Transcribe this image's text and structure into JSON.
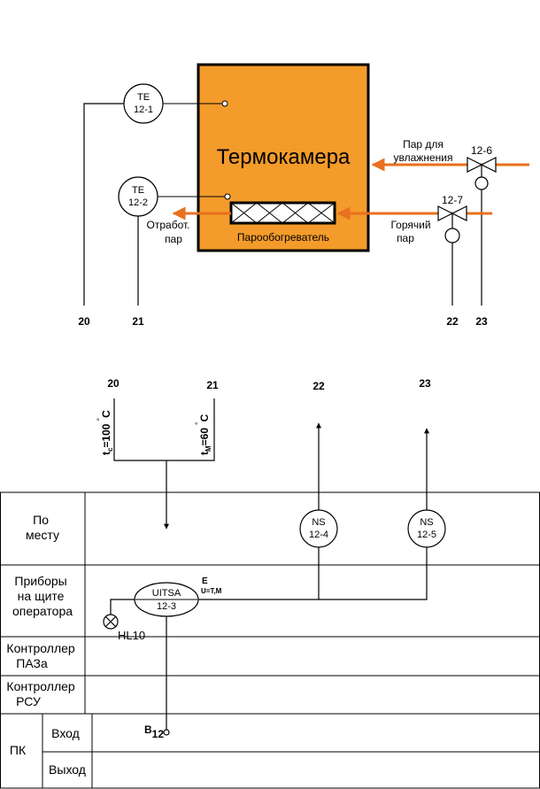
{
  "chamber": {
    "title": "Термокамера",
    "heater_label": "Парообогреватель"
  },
  "instruments": {
    "te_12_1": {
      "tag": "TE",
      "num": "12-1"
    },
    "te_12_2": {
      "tag": "TE",
      "num": "12-2"
    },
    "valve_12_6": "12-6",
    "valve_12_7": "12-7",
    "ns_12_4": {
      "tag": "NS",
      "num": "12-4"
    },
    "ns_12_5": {
      "tag": "NS",
      "num": "12-5"
    },
    "uitsa": {
      "tag": "UITSA",
      "num": "12-3"
    },
    "lamp": "HL10",
    "uitsa_e": "E",
    "uitsa_u": "U=T,M",
    "output_b": "B",
    "output_b_num": "12"
  },
  "flows": {
    "humid_steam_1": "Пар для",
    "humid_steam_2": "увлажнения",
    "hot_steam_1": "Горячий",
    "hot_steam_2": "пар",
    "exhaust_1": "Отработ.",
    "exhaust_2": "пар"
  },
  "lines": {
    "top": [
      "20",
      "21",
      "22",
      "23"
    ],
    "bottom": [
      "20",
      "21",
      "22",
      "23"
    ]
  },
  "params": {
    "tc_main": "t",
    "tc_sub": "с",
    "tc_val": "=100",
    "tc_deg": "°",
    "tc_unit": "C",
    "tm_main": "t",
    "tm_sub": "M",
    "tm_val": "=60",
    "tm_deg": "°",
    "tm_unit": "C"
  },
  "table": {
    "row1": [
      "По",
      "месту"
    ],
    "row2": [
      "Приборы",
      "на щите",
      "оператора"
    ],
    "row3": [
      "Контроллер",
      "ПАЗа"
    ],
    "row4": [
      "Контроллер",
      "РСУ"
    ],
    "pk": "ПК",
    "input": "Вход",
    "output": "Выход"
  },
  "colors": {
    "chamber_fill": "#F39B2B",
    "steam_arrow": "#E8701E",
    "line": "#000000"
  }
}
